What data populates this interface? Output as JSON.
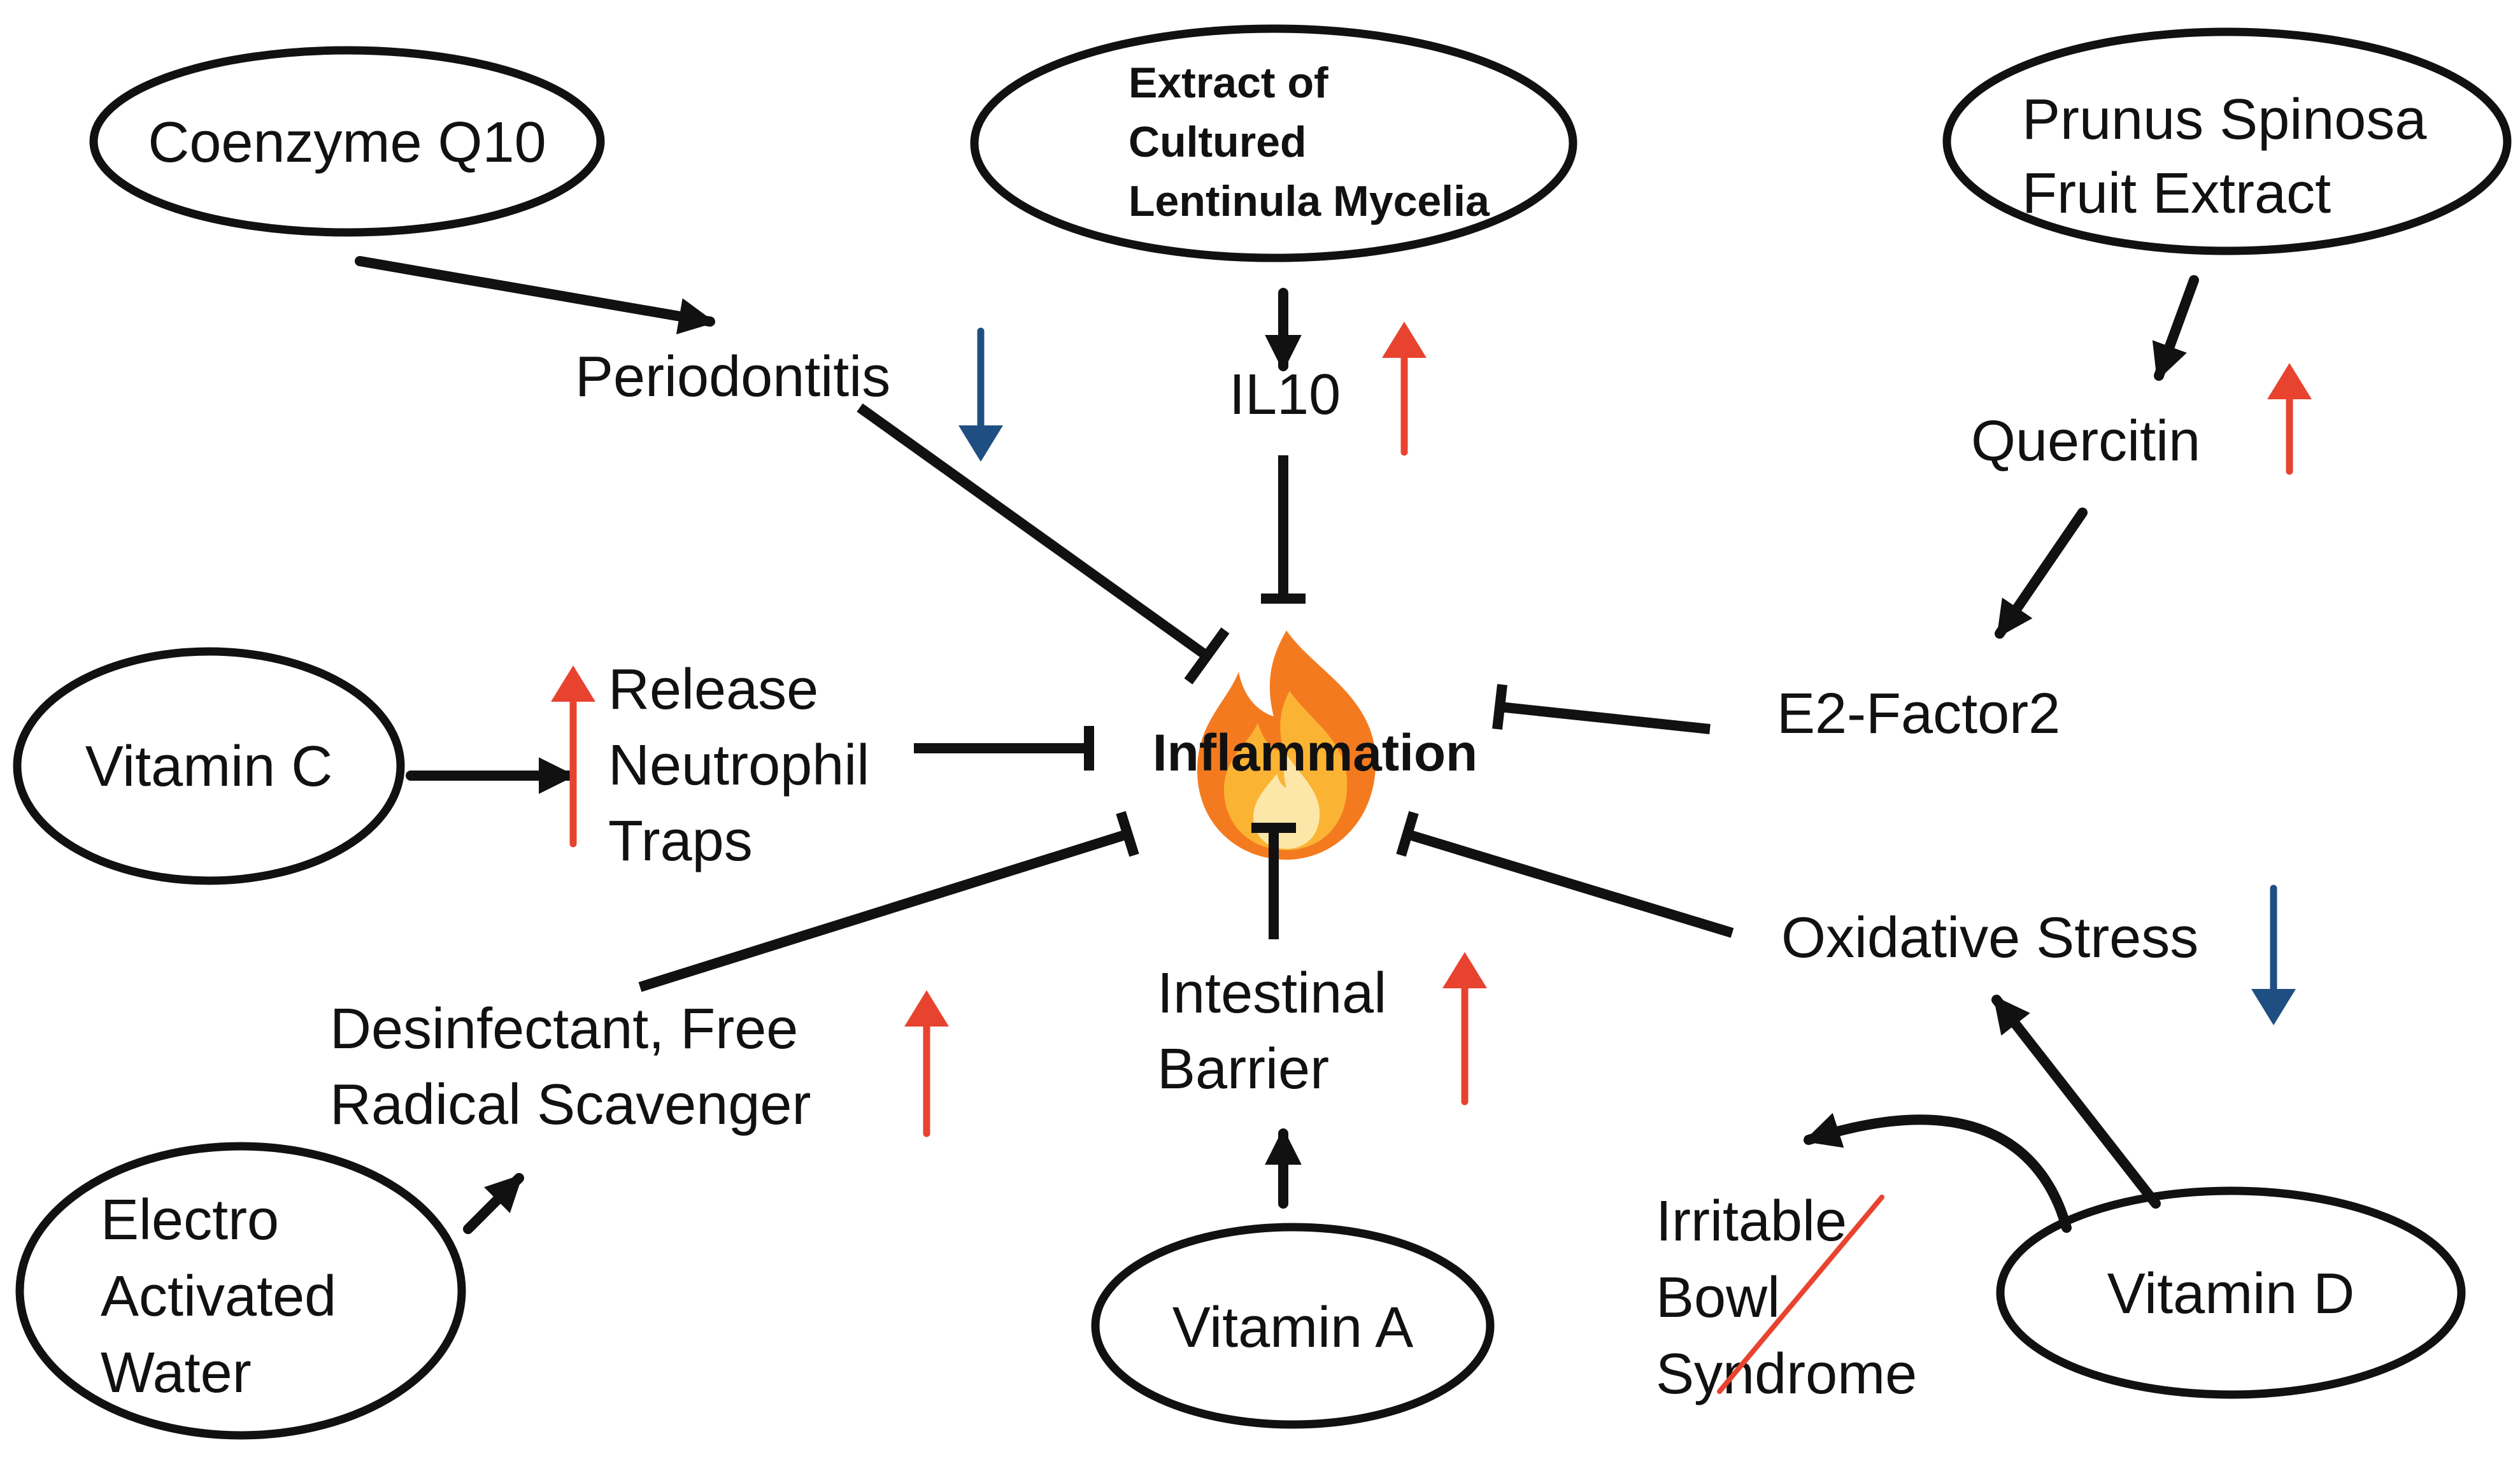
{
  "colors": {
    "line": "#111111",
    "increase_arrow": "#e8432f",
    "decrease_arrow": "#1f4f82",
    "strike": "#e8432f",
    "flame_outer": "#f47a1f",
    "flame_mid": "#fbb333",
    "flame_core": "#fde7a8"
  },
  "icons": {
    "inflammation": "fire-icon",
    "increase": "arrow-up-icon",
    "decrease": "arrow-down-icon"
  },
  "center": {
    "label": "Inflammation"
  },
  "sources": {
    "coenzyme_q10": "Coenzyme Q10",
    "lentinula": [
      "Extract of",
      "Cultured",
      "Lentinula Mycelia"
    ],
    "prunus": [
      "Prunus Spinosa",
      "Fruit Extract"
    ],
    "vitamin_c": "Vitamin C",
    "electro_water": [
      "Electro",
      "Activated",
      "Water"
    ],
    "vitamin_a": "Vitamin A",
    "vitamin_d": "Vitamin D"
  },
  "mediators": {
    "periodontitis": {
      "label": "Periodontitis",
      "change": "decrease"
    },
    "il10": {
      "label": "IL10",
      "change": "increase"
    },
    "quercitin": {
      "label": "Quercitin",
      "change": "increase"
    },
    "e2_factor": {
      "label": "E2-Factor2"
    },
    "neutrophil_traps": {
      "label": [
        "Release",
        "Neutrophil",
        "Traps"
      ],
      "change": "increase"
    },
    "disinfectant": {
      "label": [
        "Desinfectant, Free",
        "Radical Scavenger"
      ],
      "change": "increase"
    },
    "intestinal_barrier": {
      "label": [
        "Intestinal",
        "Barrier"
      ],
      "change": "increase"
    },
    "oxidative_stress": {
      "label": "Oxidative Stress",
      "change": "decrease"
    },
    "ibs": {
      "label": [
        "Irritable",
        "Bowl",
        "Syndrome"
      ],
      "struck_out": true
    }
  }
}
